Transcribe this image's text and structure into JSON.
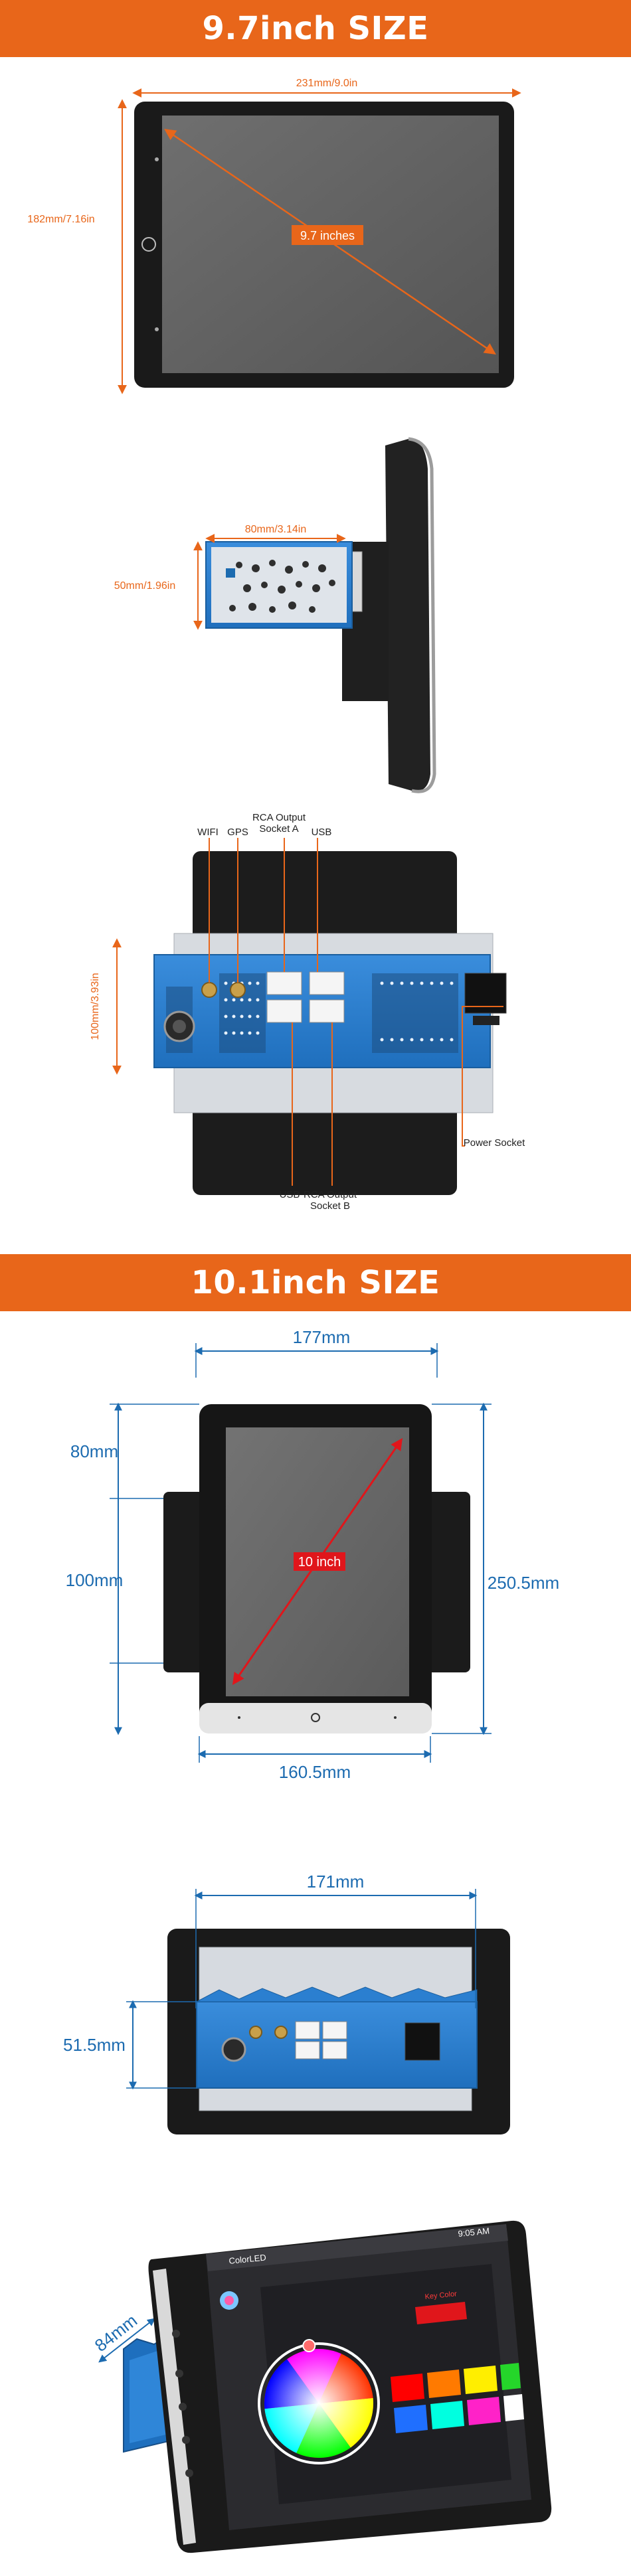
{
  "sections": {
    "s97": {
      "title": "9.7inch SIZE",
      "front": {
        "width": "231mm/9.0in",
        "height": "182mm/7.16in",
        "diagonal": "9.7 inches"
      },
      "side": {
        "depth": "80mm/3.14in",
        "height": "50mm/1.96in"
      },
      "back": {
        "height": "100mm/3.93in",
        "ports": {
          "wifi": "WIFI",
          "gps": "GPS",
          "rca_a_line1": "RCA Output",
          "rca_a_line2": "Socket A",
          "usb_top": "USB",
          "power": "Power Socket",
          "usb_bottom": "USB",
          "rca_b_line1": "RCA Output",
          "rca_b_line2": "Socket B"
        }
      }
    },
    "s101": {
      "title": "10.1inch SIZE",
      "front": {
        "top_width": "177mm",
        "upper": "80mm",
        "lower": "100mm",
        "height": "250.5mm",
        "diagonal": "10 inch",
        "bottom_width": "160.5mm"
      },
      "back": {
        "width": "171mm",
        "height": "51.5mm"
      },
      "angled": {
        "depth": "84mm",
        "status_app": "ColorLED",
        "status_time": "9:05 AM",
        "key_color_label": "Key Color"
      }
    }
  },
  "colors": {
    "accent": "#e8661a",
    "dim_blue": "#1c6bb0",
    "chassis_blue": "#2b7fd0",
    "red": "#e0161b"
  }
}
